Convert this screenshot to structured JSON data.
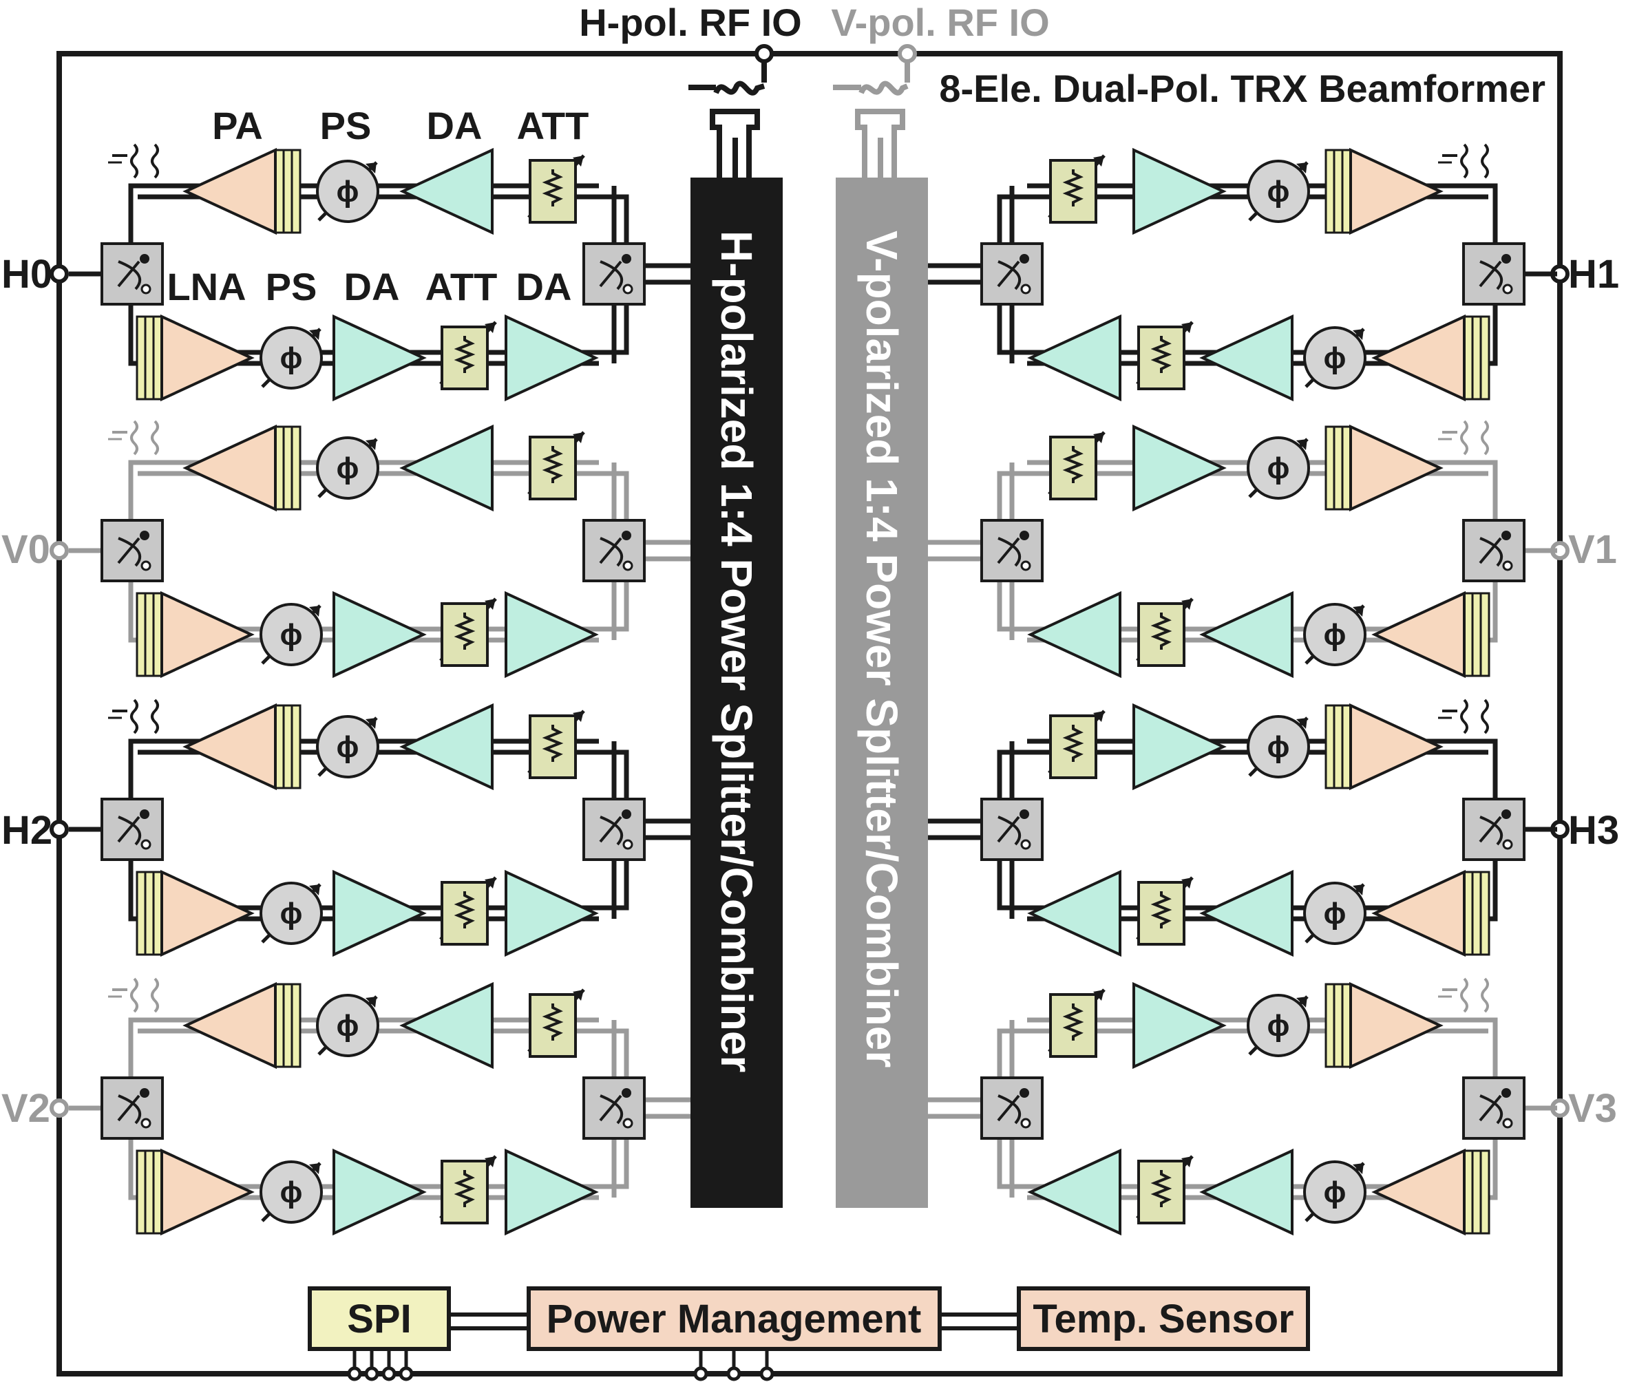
{
  "title": "8-Ele. Dual-Pol. TRX Beamformer",
  "io": {
    "h_rf": "H-pol. RF IO",
    "v_rf": "V-pol. RF IO"
  },
  "ports": {
    "h0": "H0",
    "h1": "H1",
    "h2": "H2",
    "h3": "H3",
    "v0": "V0",
    "v1": "V1",
    "v2": "V2",
    "v3": "V3"
  },
  "block_labels": {
    "tx": [
      "PA",
      "PS",
      "DA",
      "ATT"
    ],
    "rx": [
      "LNA",
      "PS",
      "DA",
      "ATT",
      "DA"
    ]
  },
  "splitters": {
    "h": "H-polarized 1:4 Power Splitter/Combiner",
    "v": "V-polarized 1:4 Power Splitter/Combiner"
  },
  "bottom_blocks": {
    "spi": "SPI",
    "power": "Power Management",
    "temp": "Temp. Sensor"
  },
  "phase_symbol": "ϕ",
  "colors": {
    "h_path": "#1a1a1a",
    "v_path": "#9a9a9a",
    "pa_fill": "#f7d8bf",
    "pa_stripes": "#eef0b0",
    "da_fill": "#bfeee0",
    "att_fill": "#dfe3b4",
    "ps_fill": "#d4d4d4",
    "switch_fill": "#c8c8c8",
    "spi_fill": "#f2f2c0",
    "power_fill": "#f5d7c3",
    "temp_fill": "#f5d7c3"
  }
}
